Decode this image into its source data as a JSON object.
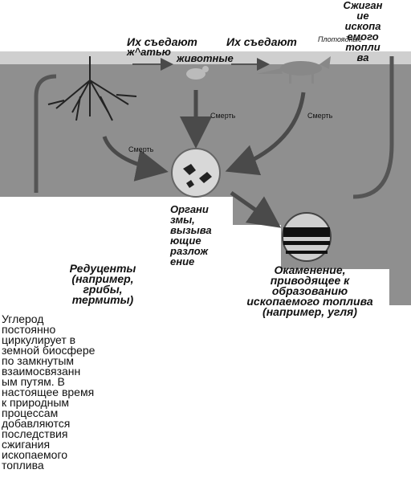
{
  "labels": {
    "eaten_by_1": "Их съедают",
    "eaten_by_2": "Их съедают",
    "herbivores_a": "ж^атью",
    "herbivores_b": "животные",
    "carnivores": "Плотоядные",
    "combustion": "Сжиган ие ископа емого топли ва",
    "death_1": "Смерть",
    "death_2": "Смерть",
    "death_3": "Смерть",
    "decomposers_organisms": "Органи змы, вызыва ющие разлож ение",
    "decomposers": "Редуценты (например, грибы, термиты)",
    "fossilization": "Окаменение, приводящее к образованию ископаемого топлива (например, угля)"
  },
  "caption": "Углерод постоянно циркулирует в земной биосфере по замкнутым взаимосвязанн ым путям. В настоящее время к природным процессам добавляются последствия сжигания ископаемого топлива",
  "colors": {
    "soil": "#8f8f8f",
    "surface": "#cfcfcf",
    "arrow": "#4a4a4a"
  }
}
